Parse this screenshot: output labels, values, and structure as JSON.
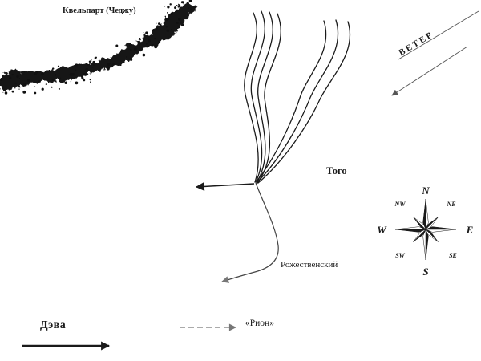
{
  "labels": {
    "island": "Квельпарт (Чеджу)",
    "wind": "ВЕТЕР",
    "togo": "Того",
    "rozhestvensky": "Рожественский",
    "dewa": "Дэва",
    "rion": "«Рион»"
  },
  "compass": {
    "n": "N",
    "ne": "NE",
    "e": "E",
    "se": "SE",
    "s": "S",
    "sw": "SW",
    "w": "W",
    "nw": "NW"
  },
  "colors": {
    "ink": "#1a1a1a",
    "muted": "#8c8c8c",
    "wind": "#555555",
    "background": "#ffffff"
  }
}
